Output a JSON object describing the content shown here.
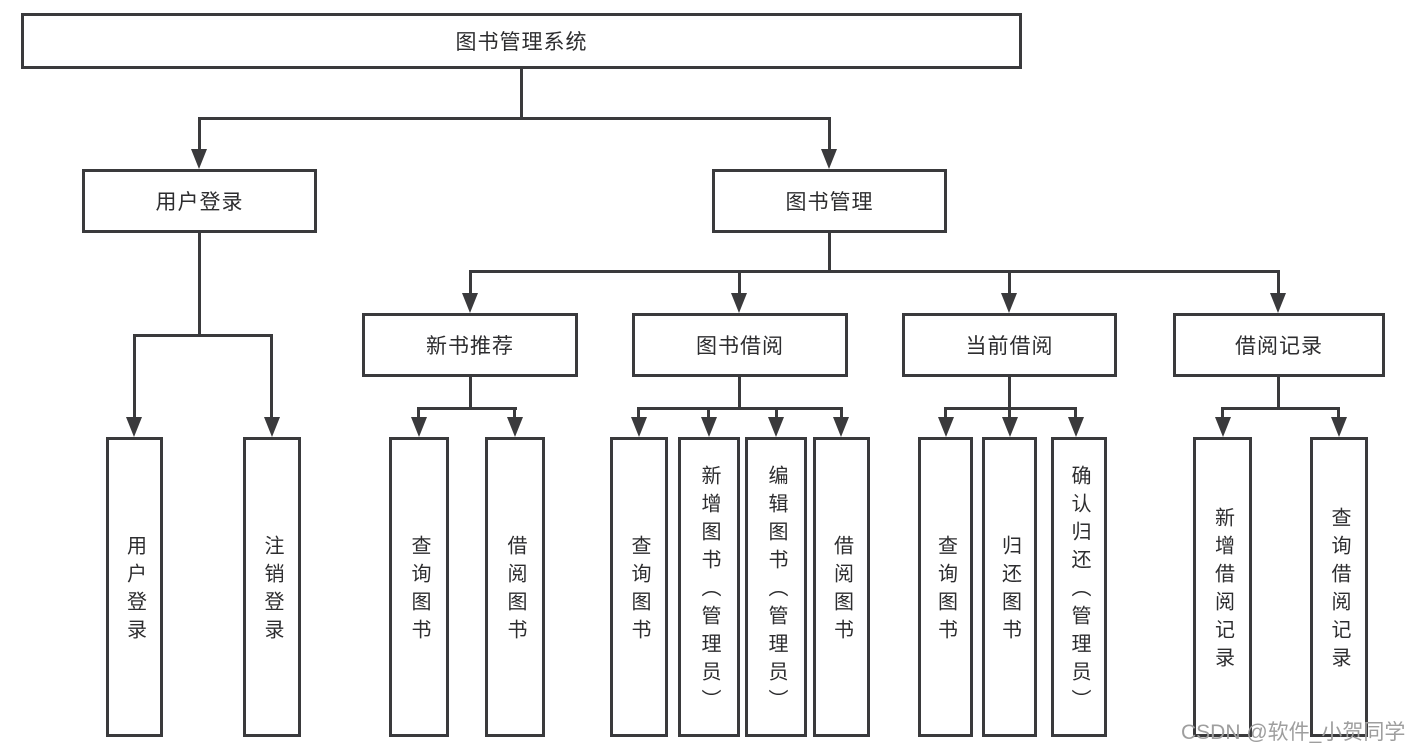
{
  "tree": {
    "root": {
      "label": "图书管理系统"
    },
    "children": [
      {
        "label": "用户登录",
        "children": [
          {
            "label": "用户登录"
          },
          {
            "label": "注销登录"
          }
        ]
      },
      {
        "label": "图书管理",
        "children": [
          {
            "label": "新书推荐",
            "children": [
              {
                "label": "查询图书"
              },
              {
                "label": "借阅图书"
              }
            ]
          },
          {
            "label": "图书借阅",
            "children": [
              {
                "label": "查询图书"
              },
              {
                "label": "新增图书（管理员）"
              },
              {
                "label": "编辑图书（管理员）"
              },
              {
                "label": "借阅图书"
              }
            ]
          },
          {
            "label": "当前借阅",
            "children": [
              {
                "label": "查询图书"
              },
              {
                "label": "归还图书"
              },
              {
                "label": "确认归还（管理员）"
              }
            ]
          },
          {
            "label": "借阅记录",
            "children": [
              {
                "label": "新增借阅记录"
              },
              {
                "label": "查询借阅记录"
              }
            ]
          }
        ]
      }
    ]
  },
  "watermark": {
    "text": "CSDN @软件_小贺同学"
  },
  "colors": {
    "line": "#3a3a3c",
    "text": "#2d2d2f",
    "watermark": "#9e9e9e",
    "background": "#ffffff"
  }
}
